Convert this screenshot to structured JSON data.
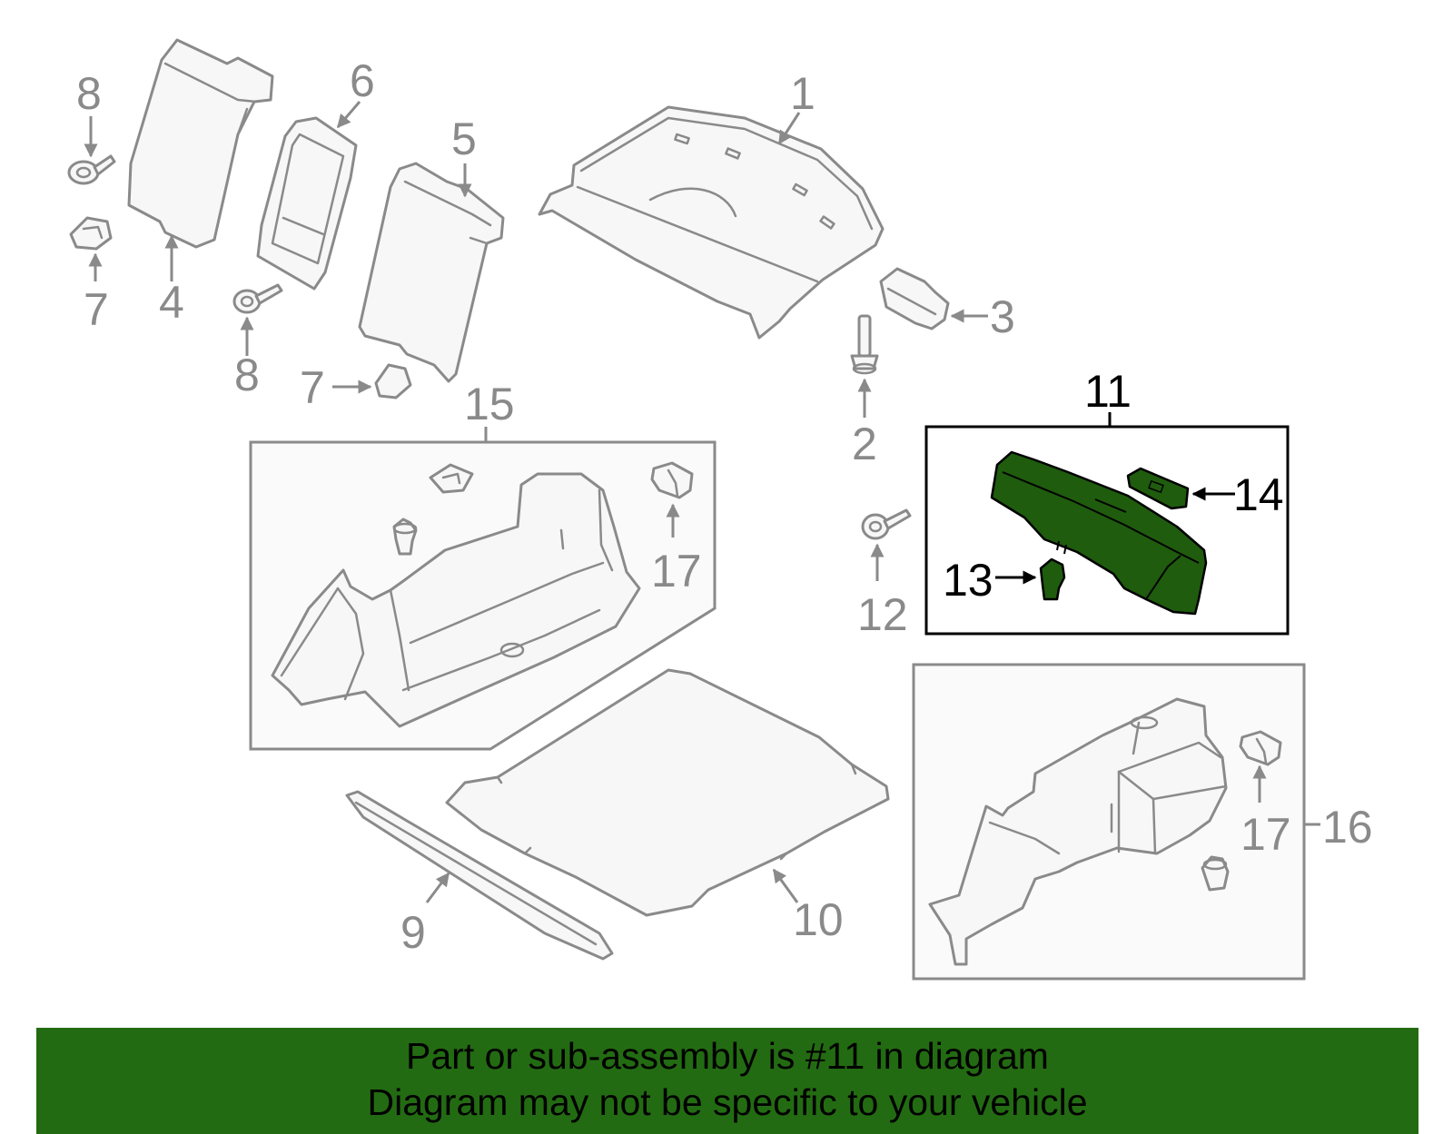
{
  "callouts": {
    "c1": "1",
    "c2": "2",
    "c3": "3",
    "c4": "4",
    "c5": "5",
    "c6": "6",
    "c7a": "7",
    "c7b": "7",
    "c8a": "8",
    "c8b": "8",
    "c9": "9",
    "c10": "10",
    "c11": "11",
    "c12": "12",
    "c13": "13",
    "c14": "14",
    "c15": "15",
    "c16": "16",
    "c17a": "17",
    "c17b": "17"
  },
  "highlight": {
    "part": "11",
    "fill": "#1f5c0e",
    "frame": "#000000"
  },
  "banner": {
    "line1": "Part or sub-assembly is #11 in diagram",
    "line2": "Diagram may not be specific to your vehicle",
    "color": "#236b12"
  }
}
